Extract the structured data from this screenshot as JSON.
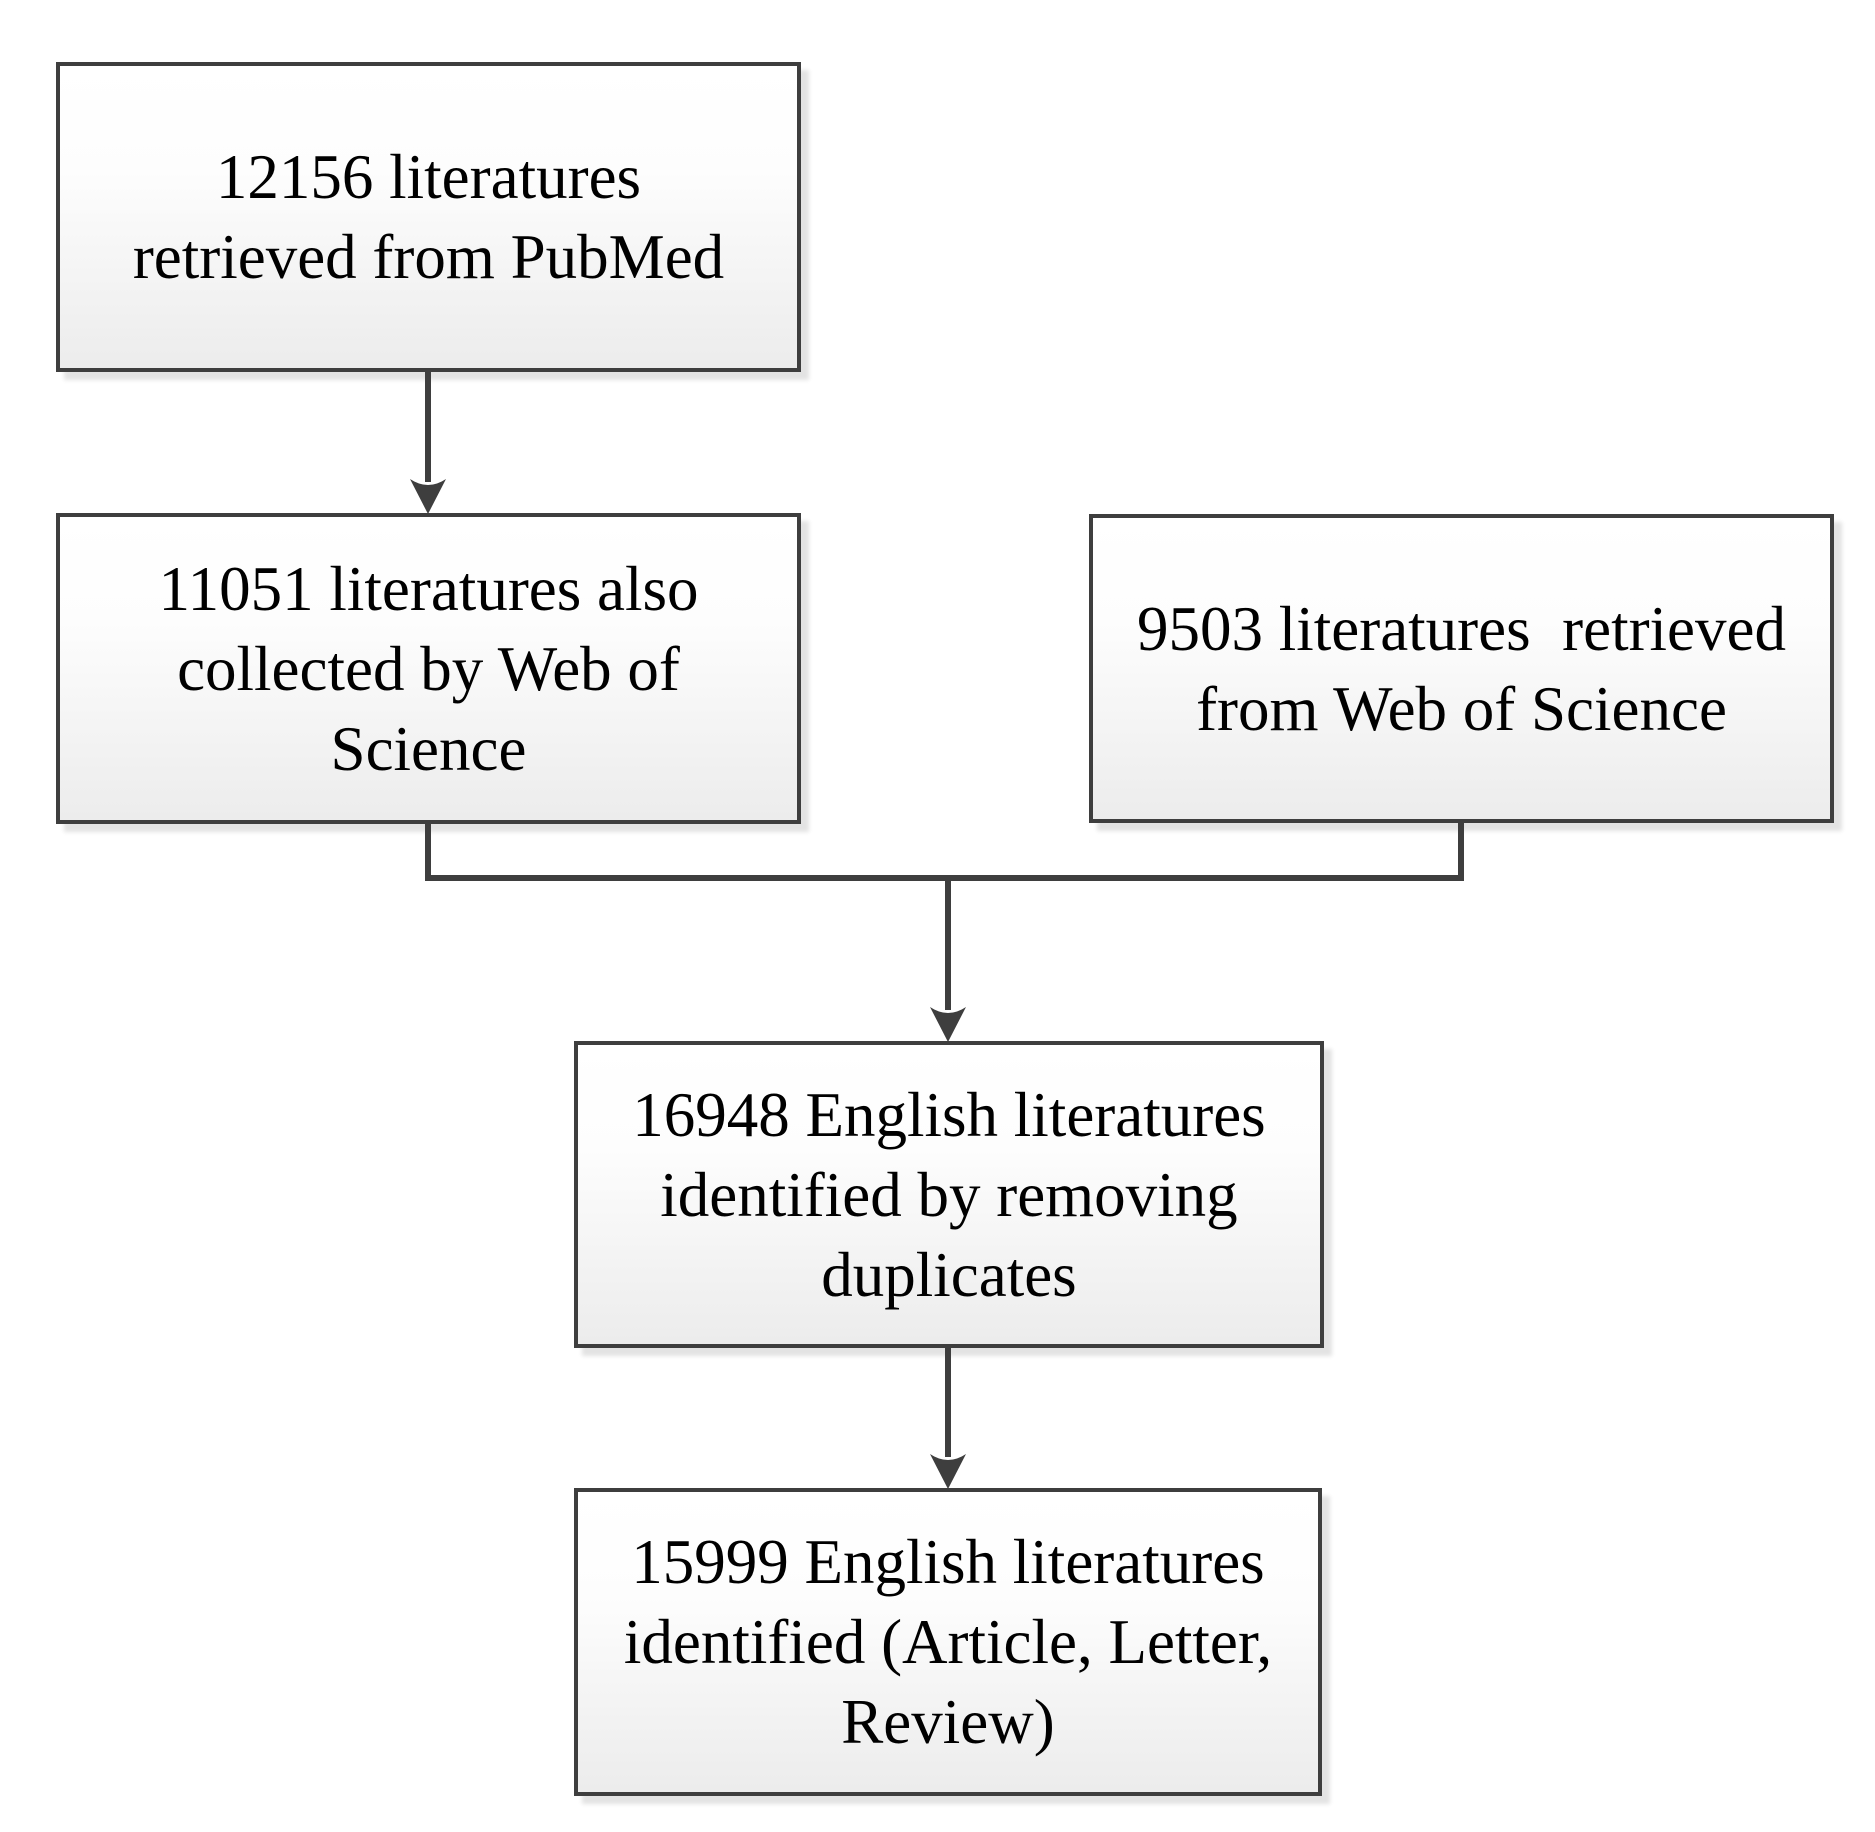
{
  "diagram": {
    "type": "flowchart",
    "boxes": [
      {
        "id": "pubmed",
        "text": "12156 literatures\nretrieved from PubMed"
      },
      {
        "id": "overlap",
        "text": "11051 literatures also\ncollected by Web of\nScience"
      },
      {
        "id": "wos",
        "text": "9503 literatures  retrieved\nfrom Web of Science"
      },
      {
        "id": "dedup",
        "text": "16948 English literatures\nidentified by removing\nduplicates"
      },
      {
        "id": "final",
        "text": "15999 English literatures\nidentified (Article, Letter,\nReview)"
      }
    ],
    "connections": [
      {
        "from": "pubmed",
        "to": "overlap",
        "style": "arrow"
      },
      {
        "from": "overlap",
        "to": "dedup",
        "style": "merge-arrow"
      },
      {
        "from": "wos",
        "to": "dedup",
        "style": "merge-arrow"
      },
      {
        "from": "dedup",
        "to": "final",
        "style": "arrow"
      }
    ],
    "colors": {
      "border": "#3e3e3e",
      "connector": "#3e3e3e",
      "box_fill_top": "#ffffff",
      "box_fill_bottom": "#ececec",
      "shadow": "#e3e3e3",
      "text": "#000000",
      "background": "#ffffff"
    }
  }
}
